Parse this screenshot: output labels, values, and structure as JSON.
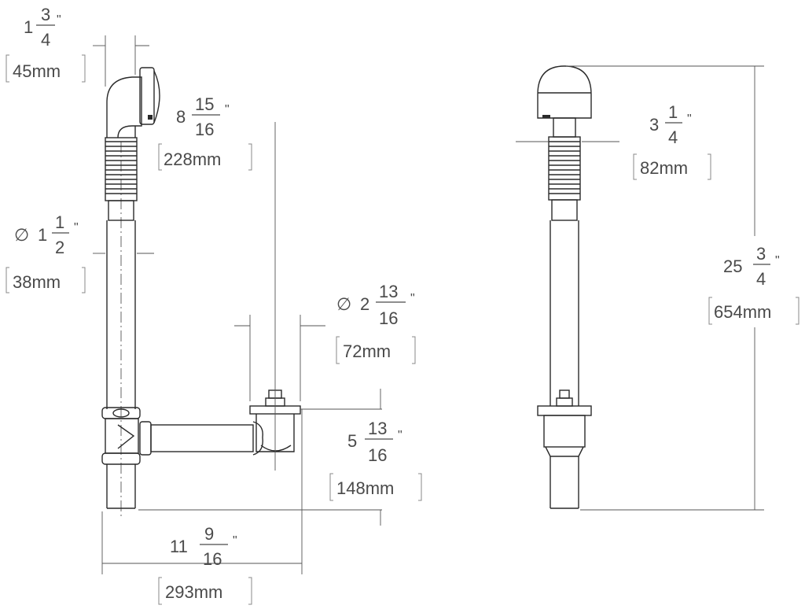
{
  "dimensions": {
    "overflow_width": {
      "whole": "1",
      "num": "3",
      "den": "4",
      "mark": "\"",
      "mm": "45mm"
    },
    "overflow_height": {
      "whole": "8",
      "num": "15",
      "den": "16",
      "mark": "\"",
      "mm": "228mm"
    },
    "pipe_diameter": {
      "symbol": "∅",
      "whole": "1",
      "num": "1",
      "den": "2",
      "mark": "\"",
      "mm": "38mm"
    },
    "drain_diameter": {
      "symbol": "∅",
      "whole": "2",
      "num": "13",
      "den": "16",
      "mark": "\"",
      "mm": "72mm"
    },
    "drain_height": {
      "whole": "5",
      "num": "13",
      "den": "16",
      "mark": "\"",
      "mm": "148mm"
    },
    "total_length": {
      "whole": "11",
      "num": "9",
      "den": "16",
      "mark": "\"",
      "mm": "293mm"
    },
    "side_width": {
      "whole": "3",
      "num": "1",
      "den": "4",
      "mark": "\"",
      "mm": "82mm"
    },
    "total_height": {
      "whole": "25",
      "num": "3",
      "den": "4",
      "mark": "\"",
      "mm": "654mm"
    }
  }
}
